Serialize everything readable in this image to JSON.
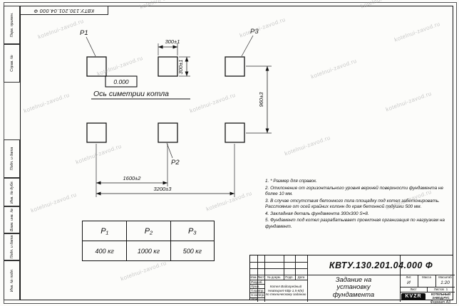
{
  "watermark": {
    "text": "kotelnui-zavod.ru"
  },
  "side_stamps": {
    "items": [
      "Перв. примен.",
      "Справ. №",
      "Подп. и дата",
      "Инв. № дубл.",
      "Взам. инв. №",
      "Подп. и дата",
      "Инв. № подл."
    ]
  },
  "drawing": {
    "label_p1": "Р1",
    "label_p2": "Р2",
    "label_p3": "Р3",
    "level_mark": "0.000",
    "axis_label": "Ось симетрии котла",
    "dim_pad_width": "300±1",
    "dim_pad_height": "300±1",
    "dim_rows": "960±3",
    "dim_span_half": "1600±2",
    "dim_span_full": "3200±3"
  },
  "notes": {
    "items": [
      "1. * Размер для справок.",
      "2. Отклонение от горизонтального уровня верхней поверхности фундамента не более 10 мм.",
      "3. В случае отсутствия бетонного пола площадку под котел забетонировать. Расстояние от осей крайних колонн до края бетонной подушки 500 мм.",
      "4. Закладная деталь фундамента  300х300 S=8.",
      "5. Фундамент под котел разрабатывает проектная организация по нагрузкам на фундамент."
    ]
  },
  "load_table": {
    "headers": [
      "Р₁",
      "Р₂",
      "Р₃"
    ],
    "values": [
      "400 кг",
      "1000 кг",
      "500 кг"
    ]
  },
  "title_block": {
    "doc_number": "КВТУ.130.201.04.000  Ф",
    "title": "Задание на установку фундамента",
    "product_line1": "Котел Водогрейный",
    "product_line2": "Heatexpert-КВр-1,5-К(К)",
    "product_line3": "по техническому заданию",
    "header_izm": "Изм.",
    "header_list": "Лист",
    "header_docum": "№ докум.",
    "header_podp": "Подп.",
    "header_data": "Дата",
    "row_razrab": "Разраб.",
    "row_prov": "Пров.",
    "row_tkontr": "Т.контр.",
    "row_nkontr": "Н.контр.",
    "row_utv": "Утв.",
    "lit_label": "Лит.",
    "mass_label": "Масса",
    "scale_label": "Масштаб",
    "lit_value": "И",
    "mass_value": "",
    "scale_value": "1:20",
    "sheet_label": "Лист",
    "sheets_label": "Листов",
    "sheets_value": "1",
    "logo_text": "KVZR",
    "company": "КОТЕЛЬНЫЙ ЗАВОД.РУС",
    "format_label": "Формат А3"
  }
}
